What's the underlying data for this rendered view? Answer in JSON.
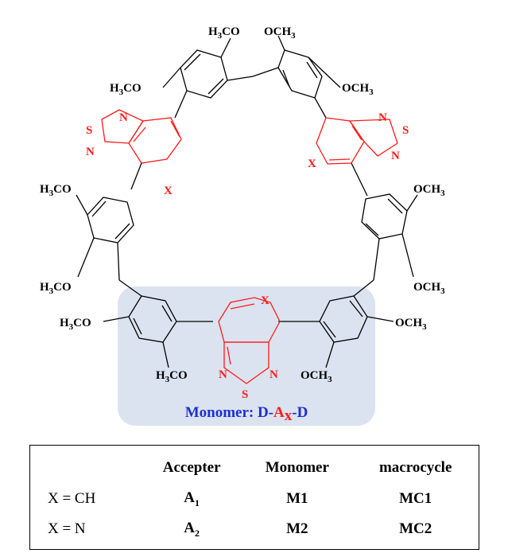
{
  "structure": {
    "donor_groups": [
      "H3CO",
      "OCH3"
    ],
    "acceptor_atoms": {
      "nitrogen": "N",
      "sulfur": "S",
      "variable": "X"
    },
    "highlight_color": "#dbe3f0",
    "acceptor_color": "#ff1a1a",
    "donor_color": "#000000",
    "label_color": "#1f2ed0"
  },
  "monomer_label": {
    "prefix": "Monomer: D-",
    "acceptor": "A",
    "acceptor_sub": "x",
    "suffix": "-D"
  },
  "table": {
    "headers": [
      "",
      "Accepter",
      "Monomer",
      "macrocycle"
    ],
    "rows": [
      {
        "label": "X = CH",
        "accepter": "A",
        "accepter_sub": "1",
        "monomer": "M1",
        "macrocycle": "MC1"
      },
      {
        "label": "X = N",
        "accepter": "A",
        "accepter_sub": "2",
        "monomer": "M2",
        "macrocycle": "MC2"
      }
    ]
  }
}
